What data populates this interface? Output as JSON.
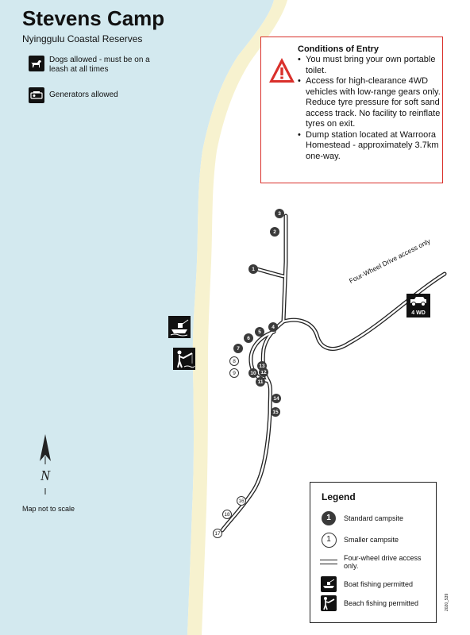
{
  "title": "Stevens Camp",
  "subtitle": "Nyinggulu Coastal Reserves",
  "features": [
    {
      "icon": "dog-icon",
      "label": "Dogs allowed - must be on a leash at all times"
    },
    {
      "icon": "generator-icon",
      "label": "Generators allowed"
    }
  ],
  "conditions": {
    "heading": "Conditions of Entry",
    "items": [
      "You must bring your own portable toilet.",
      "Access for high-clearance 4WD vehicles with low-range gears only. Reduce tyre pressure for soft sand access track. No facility to reinflate tyres on exit.",
      "Dump station located at Warroora Homestead - approximately 3.7km one-way."
    ]
  },
  "road_label": "Four-Wheel Drive access only",
  "fwd_badge": "4 WD",
  "map_note": "Map not to scale",
  "north_label": "N",
  "campsites": [
    {
      "num": "1",
      "type": "standard"
    },
    {
      "num": "2",
      "type": "standard"
    },
    {
      "num": "3",
      "type": "standard"
    },
    {
      "num": "4",
      "type": "standard"
    },
    {
      "num": "5",
      "type": "standard"
    },
    {
      "num": "6",
      "type": "standard"
    },
    {
      "num": "7",
      "type": "standard"
    },
    {
      "num": "8",
      "type": "smaller"
    },
    {
      "num": "9",
      "type": "smaller"
    },
    {
      "num": "10",
      "type": "standard"
    },
    {
      "num": "11",
      "type": "standard"
    },
    {
      "num": "12",
      "type": "standard"
    },
    {
      "num": "13",
      "type": "standard"
    },
    {
      "num": "14",
      "type": "standard"
    },
    {
      "num": "15",
      "type": "standard"
    },
    {
      "num": "16",
      "type": "smaller"
    },
    {
      "num": "17",
      "type": "smaller"
    },
    {
      "num": "18",
      "type": "smaller"
    }
  ],
  "legend": {
    "heading": "Legend",
    "standard_sym": "1",
    "standard": "Standard campsite",
    "smaller_sym": "1",
    "smaller": "Smaller campsite",
    "road": "Four-wheel drive access only.",
    "boat": "Boat fishing permitted",
    "beach": "Beach fishing permitted"
  },
  "doc_code": "2020_539",
  "colors": {
    "sea": "#d3e9ef",
    "sand": "#f7f2cf",
    "warning": "#d9302b",
    "campsite": "#3a3a3a"
  }
}
